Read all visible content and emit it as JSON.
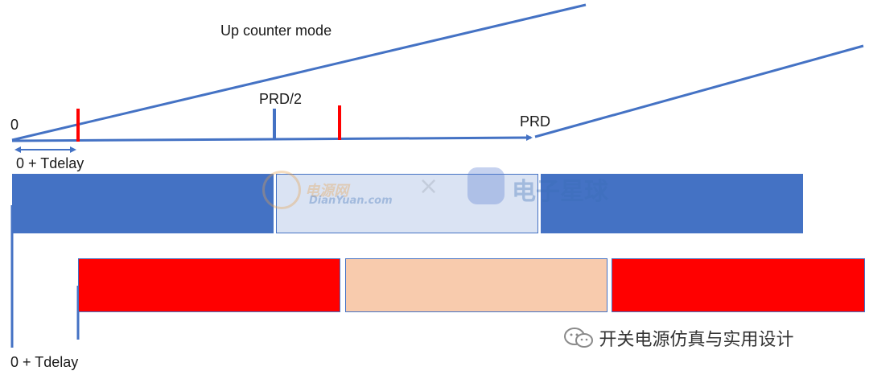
{
  "labels": {
    "title": "Up counter mode",
    "zero": "0",
    "prd_half": "PRD/2",
    "prd": "PRD",
    "tdelay_top": "0 + Tdelay",
    "tdelay_bottom": "0 + Tdelay"
  },
  "watermark": {
    "site_cn": "电源网",
    "site_en": "DianYuan.com",
    "cross": "×",
    "brand": "电子星球"
  },
  "footer": {
    "account": "开关电源仿真与实用设计",
    "icon": "wechat-icon"
  },
  "colors": {
    "line": "#4472C4",
    "marker": "#FF0000",
    "pwm_a_on": "#4472C4",
    "pwm_a_off": "#DAE3F3",
    "pwm_b_on": "#FF0000",
    "pwm_b_off": "#F8CBAD"
  }
}
